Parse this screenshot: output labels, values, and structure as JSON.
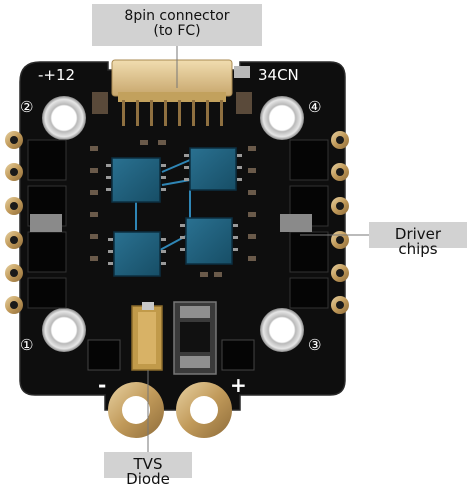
{
  "callouts": {
    "connector_line1": "8pin connector",
    "connector_line2": "(to FC)",
    "driver_chips": "Driver chips",
    "tvs_diode": "TVS Diode"
  },
  "board": {
    "label_top_left": "-+12",
    "label_top_right": "34CN",
    "hole_1": "①",
    "hole_2": "②",
    "hole_3": "③",
    "hole_4": "④",
    "pad_minus": "-",
    "pad_plus": "+"
  },
  "colors": {
    "pcb": "#101010",
    "chip": "#1f5f7a",
    "pad_gold": "#c9a66b",
    "trace": "#2f86b6",
    "connector": "#d9c08a",
    "callout_bg": "#d2d2d2"
  }
}
